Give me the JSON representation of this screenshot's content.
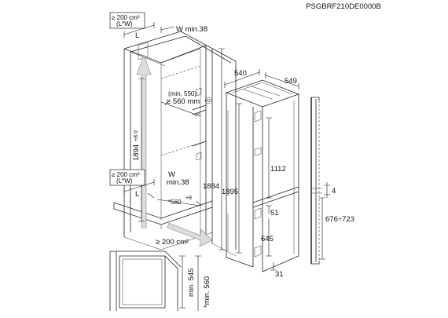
{
  "model_code": "PSGBRF210DE0000B",
  "labels": {
    "vent_top_area": "≥ 200 cm²",
    "vent_top_lw": "(L*W)",
    "vent_top_L": "L",
    "vent_top_W": "W min.38",
    "niche_min_depth": "(min. 550)",
    "niche_depth": "≥ 560 mm",
    "niche_height": "1894",
    "niche_height_tol": "+8 0",
    "vent_bottom_area": "≥ 200 cm²",
    "vent_bottom_lw": "(L*W)",
    "vent_bottom_L": "L",
    "vent_bottom_W": "W",
    "vent_bottom_Wmin": "min.38",
    "niche_width": "*560",
    "niche_width_tol": "+8",
    "floor_vent": "≥ 200 cm²",
    "cabinet_height": "1884",
    "appliance_height": "1895",
    "appliance_depth": "540",
    "appliance_width": "549",
    "upper_door": "1112",
    "door_gap": "51",
    "lower_door": "645",
    "base_offset": "31",
    "hinge_gap": "4",
    "door_range": "676÷723",
    "side_min_545": "min. 545",
    "side_min_560": "*min. 560"
  }
}
